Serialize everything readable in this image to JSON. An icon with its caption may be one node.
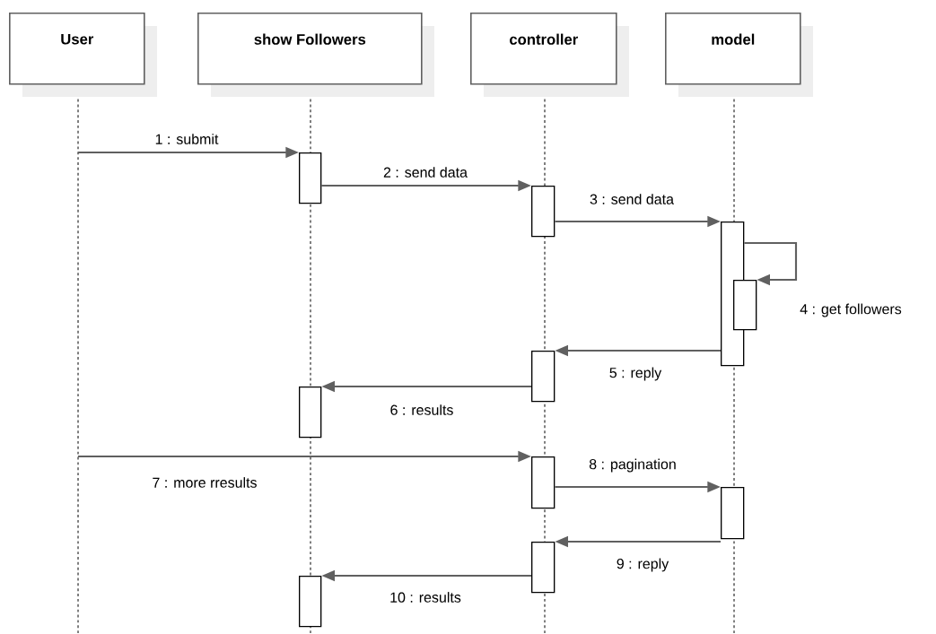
{
  "diagram": {
    "nodes": [
      {
        "text": [
          "User"
        ]
      },
      {
        "text": [
          "show Followers"
        ]
      },
      {
        "text": [
          "controller"
        ]
      },
      {
        "text": [
          "model"
        ]
      },
      {
        "text": [],
        "shape": "bar"
      },
      {
        "text": [],
        "shape": "bar"
      },
      {
        "text": [],
        "shape": "bar"
      },
      {
        "text": [],
        "shape": "bar"
      },
      {
        "text": [],
        "shape": "bar"
      },
      {
        "text": [],
        "shape": "bar"
      },
      {
        "text": [],
        "shape": "bar"
      },
      {
        "text": [],
        "shape": "bar"
      },
      {
        "text": [],
        "shape": "bar"
      },
      {
        "text": [],
        "shape": "bar"
      }
    ],
    "edges": [
      {
        "from": null,
        "to": 4,
        "arrow": "to",
        "label": "1 : submit"
      },
      {
        "from": 4,
        "to": 5,
        "arrow": "to",
        "label": "2 : send data"
      },
      {
        "from": 5,
        "to": 6,
        "arrow": "to",
        "label": "3 : send data"
      },
      {
        "from": 6,
        "to": 7,
        "arrow": "to",
        "label": "4 : get followers"
      },
      {
        "from": 6,
        "to": 8,
        "arrow": "to",
        "label": "5 : reply"
      },
      {
        "from": 8,
        "to": 9,
        "arrow": "to",
        "label": "6 : results"
      },
      {
        "from": null,
        "to": 10,
        "arrow": "to",
        "label": "7 : more rresults"
      },
      {
        "from": 10,
        "to": 11,
        "arrow": "to",
        "label": "8 : pagination"
      },
      {
        "from": 11,
        "to": 12,
        "arrow": "to",
        "label": "9 : reply"
      },
      {
        "from": 12,
        "to": 13,
        "arrow": "to",
        "label": "10 : results"
      }
    ]
  }
}
